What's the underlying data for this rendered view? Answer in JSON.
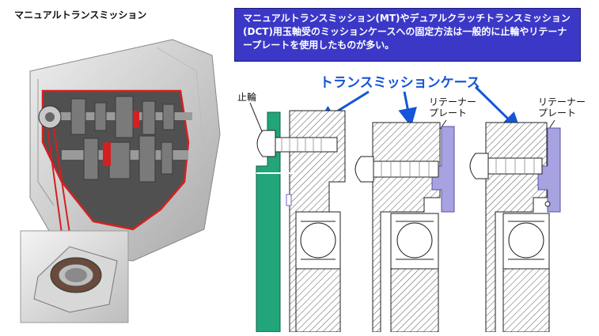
{
  "left_panel": {
    "title": "マニュアルトランスミッション"
  },
  "info_box": {
    "text": "マニュアルトランスミッション(MT)やデュアルクラッチトランスミッション(DCT)用玉軸受のミッションケースへの固定方法は一般的に止輪やリテーナープレートを使用したものが多い。",
    "bg_color": "#3b38c8"
  },
  "diagram": {
    "title": "トランスミッションケース",
    "title_color": "#1555d8",
    "label_snap_ring": "止輪",
    "label_retainer_1": "リテーナー\nプレート",
    "label_retainer_2": "リテーナー\nプレート",
    "colors": {
      "snap_ring": "#22a57a",
      "retainer": "#a7a3e0",
      "arrow": "#1555d8"
    }
  }
}
